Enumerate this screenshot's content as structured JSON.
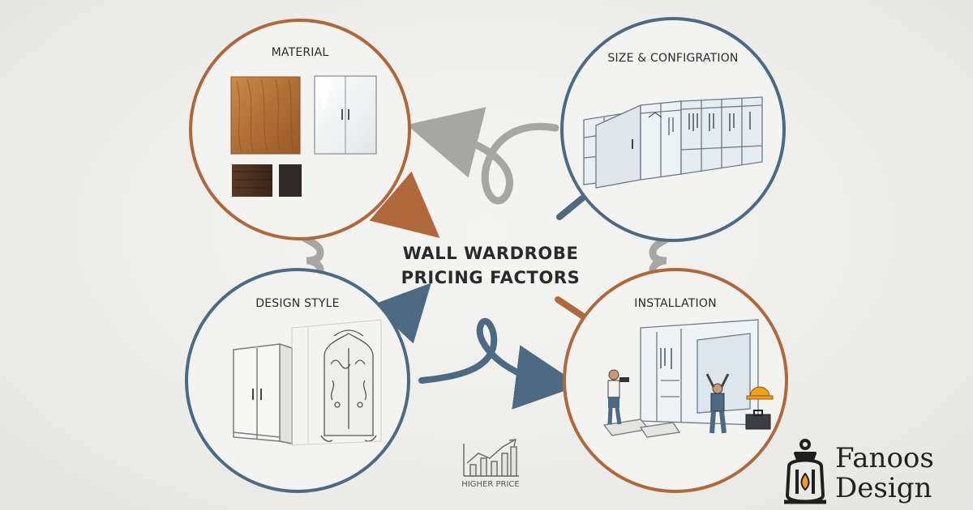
{
  "title": {
    "line1": "WALL WARDROBE",
    "line2": "PRICING FACTORS"
  },
  "factors": {
    "material": "MATERIAL",
    "size": "SIZE & CONFIGRATION",
    "design": "DESIGN STYLE",
    "installation": "INSTALLATION"
  },
  "price_icon": {
    "label": "HIGHER PRICE",
    "icon": "bar-chart-trend-icon"
  },
  "brand": {
    "line1": "Fanoos",
    "line2": "Design",
    "icon": "lantern-icon"
  },
  "colors": {
    "orange": "#b0683a",
    "blue": "#4e6a82",
    "grey": "#a6a6a3",
    "ink": "#2a2a2a"
  }
}
